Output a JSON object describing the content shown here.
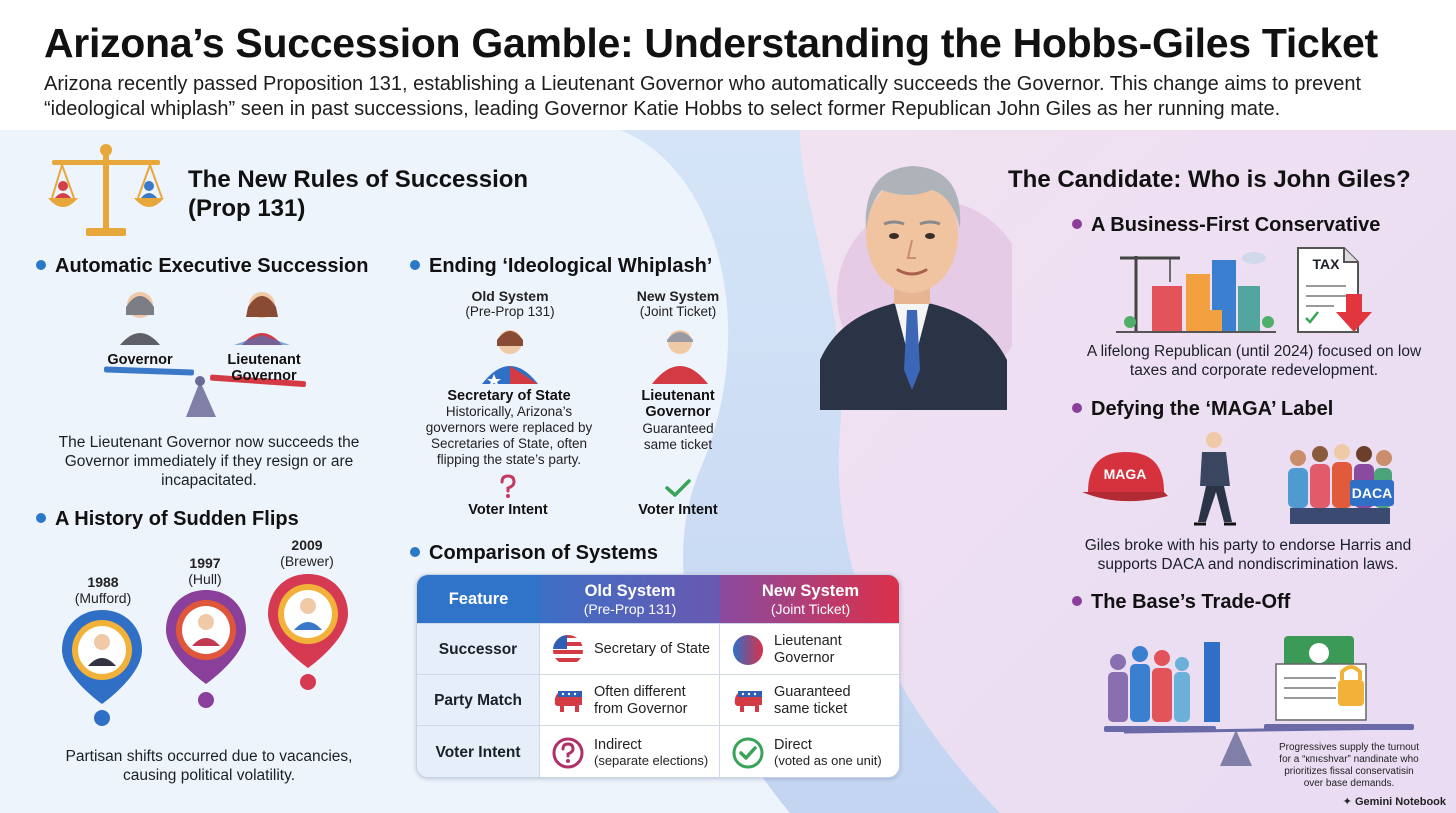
{
  "header": {
    "title": "Arizona’s Succession Gamble: Understanding the Hobbs-Giles Ticket",
    "intro": "Arizona recently passed Proposition 131, establishing a Lieutenant Governor who automatically succeeds the Governor. This change aims to prevent “ideological whiplash” seen in past successions, leading Governor Katie Hobbs to select former Republican John Giles as her running mate."
  },
  "rules": {
    "title_line1": "The New Rules of Succession",
    "title_line2": "(Prop 131)"
  },
  "auto": {
    "heading": "Automatic Executive Succession",
    "governor_label": "Governor",
    "lt_label_1": "Lieutenant",
    "lt_label_2": "Governor",
    "text": "The Lieutenant Governor now succeeds the Governor immediately if they resign or are incapacitated."
  },
  "whiplash": {
    "heading": "Ending ‘Ideological Whiplash’",
    "old_title": "Old System",
    "old_sub": "(Pre-Prop 131)",
    "new_title": "New System",
    "new_sub": "(Joint Ticket)",
    "old_role": "Secretary of State",
    "old_desc": "Historically, Arizona’s governors were replaced by Secretaries of State, often flipping the state’s party.",
    "new_role_1": "Lieutenant",
    "new_role_2": "Governor",
    "new_desc": "Guaranteed same ticket",
    "old_intent": "Voter Intent",
    "new_intent": "Voter Intent"
  },
  "history": {
    "heading": "A History of Sudden Flips",
    "pins": [
      {
        "year": "1988",
        "name": "(Mufford)"
      },
      {
        "year": "1997",
        "name": "(Hull)"
      },
      {
        "year": "2009",
        "name": "(Brewer)"
      }
    ],
    "text": "Partisan shifts occurred due to vacancies, causing political volatility."
  },
  "comparison": {
    "heading": "Comparison of Systems",
    "col_feature": "Feature",
    "col_old": "Old System",
    "col_old_sub": "(Pre-Prop 131)",
    "col_new": "New System",
    "col_new_sub": "(Joint Ticket)",
    "rows": [
      {
        "feature": "Successor",
        "old": "Secretary of State",
        "new_1": "Lieutenant",
        "new_2": "Governor",
        "old_icon": "us-flag-icon",
        "new_icon": "red-blue-circle-icon"
      },
      {
        "feature": "Party Match",
        "old_1": "Often different",
        "old_2": "from Governor",
        "new_1": "Guaranteed",
        "new_2": "same ticket",
        "old_icon": "republican-elephant-icon",
        "new_icon": "republican-elephant-icon"
      },
      {
        "feature": "Voter Intent",
        "old_1": "Indirect",
        "old_2": "(separate elections)",
        "new_1": "Direct",
        "new_2": "(voted as one unit)",
        "old_icon": "question-circle-icon",
        "new_icon": "check-circle-icon"
      }
    ]
  },
  "candidate": {
    "heading": "The Candidate: Who is John Giles?",
    "business_heading": "A Business-First Conservative",
    "tax_label": "TAX",
    "business_text": "A lifelong Republican (until 2024) focused on low taxes and corporate redevelopment.",
    "maga_heading": "Defying the ‘MAGA’ Label",
    "maga_hat_label": "MAGA",
    "daca_label": "DACA",
    "maga_text": "Giles broke with his party to endorse Harris and supports DACA and nondiscrimination laws.",
    "tradeoff_heading": "The Base’s Trade-Off",
    "tradeoff_text": "Progressives supply the turnout for a “кпıєѕhvаr” nandinate who prioritizes fissal conservatisin over base demands."
  },
  "footer": {
    "brand": "Gemini Notebook"
  },
  "colors": {
    "accent_blue": "#2a6fc4",
    "accent_red": "#d62f3c",
    "accent_purple": "#8a3f9a"
  }
}
